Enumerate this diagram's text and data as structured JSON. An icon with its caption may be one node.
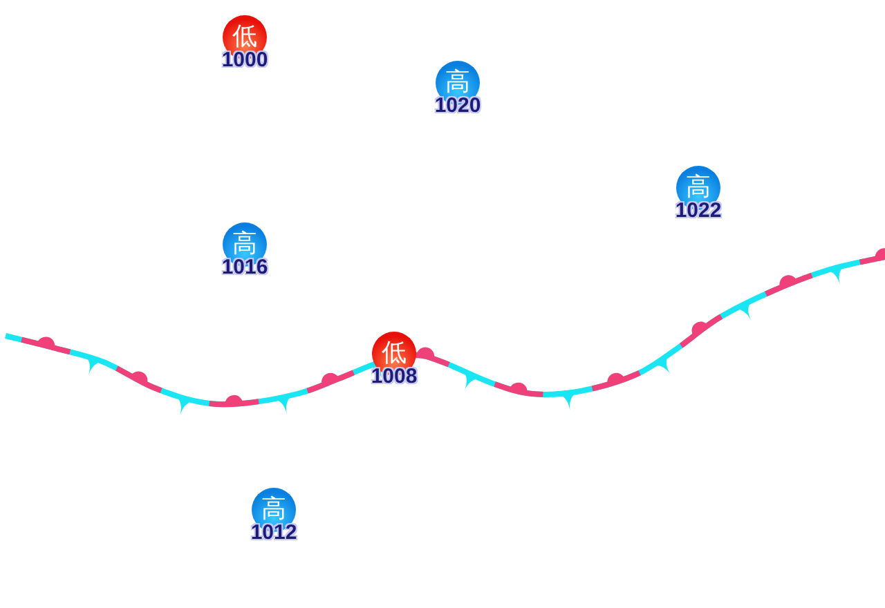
{
  "diagram": {
    "nodes": [
      {
        "text": [
          "低"
        ],
        "beside": [
          "1000"
        ]
      },
      {
        "text": [
          "高"
        ],
        "beside": [
          "1020"
        ]
      },
      {
        "text": [
          "高"
        ],
        "beside": [
          "1022"
        ]
      },
      {
        "text": [
          "高"
        ],
        "beside": [
          "1016"
        ]
      },
      {
        "text": [
          "低"
        ],
        "beside": [
          "1008"
        ]
      },
      {
        "text": [
          "高"
        ],
        "beside": [
          "1012"
        ]
      }
    ]
  }
}
